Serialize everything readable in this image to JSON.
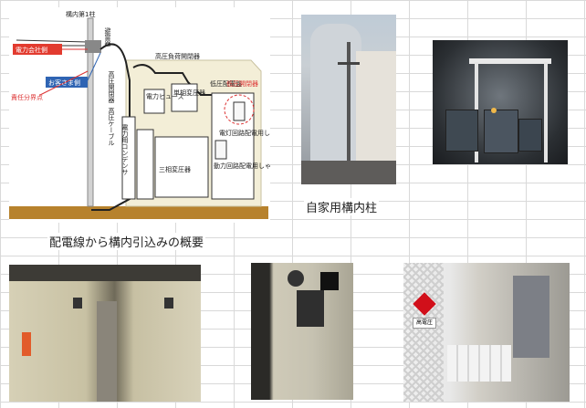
{
  "diagram": {
    "caption": "配電線から構内引込みの概要",
    "labels": {
      "pole1": "構内第1柱",
      "power_company_side": "電力会社側",
      "customer_side": "お客さま側",
      "responsibility_point": "責任分界点",
      "lightning_arrester": "避雷器",
      "hv_load_switch": "高圧負荷開閉器",
      "hv_switch": "高圧開閉器",
      "hv_cable": "高圧ケーブル",
      "power_fuse": "電力ヒューズ",
      "single_phase_tr": "単相変圧器",
      "lv_panel": "低圧配電盤",
      "lv_switch": "低圧開閉器",
      "lighting_breaker": "電灯回路配電用しゃ断器",
      "power_capacitor": "電力用コンデンサ",
      "three_phase_tr": "三相変圧器",
      "power_breaker": "動力回路配電用しゃ断器"
    }
  },
  "photos": {
    "private_pole_caption": "自家用構内柱",
    "warning_sign": "高電圧"
  }
}
